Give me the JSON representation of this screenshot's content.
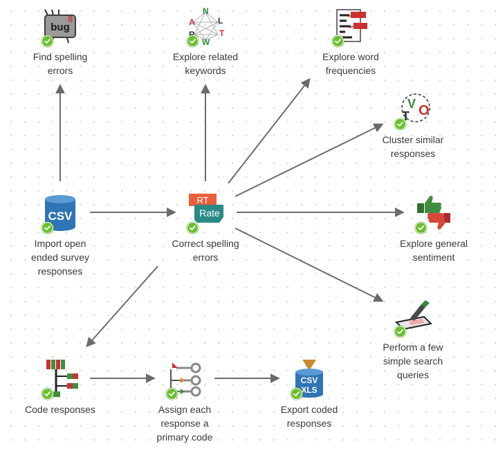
{
  "nodes": [
    {
      "id": "find_spelling",
      "label": "Find spelling\nerrors",
      "icon": "bug-icon",
      "status": "complete"
    },
    {
      "id": "related_keywords",
      "label": "Explore related\nkeywords",
      "icon": "keyword-network-icon",
      "status": "complete"
    },
    {
      "id": "word_frequencies",
      "label": "Explore word\nfrequencies",
      "icon": "word-frequency-icon",
      "status": "complete"
    },
    {
      "id": "cluster",
      "label": "Cluster similar\nresponses",
      "icon": "cluster-icon",
      "status": "complete"
    },
    {
      "id": "import",
      "label": "Import open\nended survey\nresponses",
      "icon": "csv-database-icon",
      "icon_text": "CSV",
      "status": "complete"
    },
    {
      "id": "correct",
      "label": "Correct spelling\nerrors",
      "icon": "rate-correction-icon",
      "icon_text_top": "RT",
      "icon_text_bottom": "Rate",
      "status": "complete"
    },
    {
      "id": "sentiment",
      "label": "Explore general\nsentiment",
      "icon": "thumbs-up-down-icon",
      "status": "complete"
    },
    {
      "id": "search",
      "label": "Perform a few\nsimple search\nqueries",
      "icon": "search-highlighter-icon",
      "status": "complete"
    },
    {
      "id": "code",
      "label": "Code responses",
      "icon": "code-tree-icon",
      "status": "complete"
    },
    {
      "id": "assign",
      "label": "Assign each\nresponse a\nprimary code",
      "icon": "primary-code-keys-icon",
      "status": "complete"
    },
    {
      "id": "export",
      "label": "Export coded\nresponses",
      "icon": "csv-xls-export-icon",
      "icon_text_top": "CSV",
      "icon_text_bottom": "XLS",
      "status": "complete"
    }
  ],
  "edges": [
    {
      "from": "import",
      "to": "find_spelling"
    },
    {
      "from": "import",
      "to": "correct"
    },
    {
      "from": "correct",
      "to": "related_keywords"
    },
    {
      "from": "correct",
      "to": "word_frequencies"
    },
    {
      "from": "correct",
      "to": "cluster"
    },
    {
      "from": "correct",
      "to": "sentiment"
    },
    {
      "from": "correct",
      "to": "search"
    },
    {
      "from": "correct",
      "to": "code"
    },
    {
      "from": "code",
      "to": "assign"
    },
    {
      "from": "assign",
      "to": "export"
    }
  ],
  "colors": {
    "arrow": "#6b6b6b",
    "check": "#6abf2f",
    "label": "#3a3a3a",
    "csv_blue": "#2f74b5",
    "rate_teal": "#2a8a86",
    "rate_orange": "#e8603c",
    "thumb_green": "#3f8f3f",
    "thumb_red": "#d9453b"
  }
}
